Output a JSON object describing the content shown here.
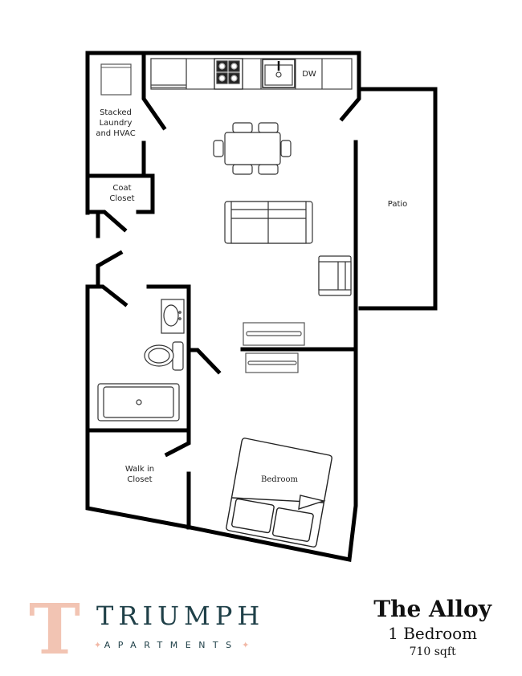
{
  "floorplan": {
    "rooms": {
      "laundry": "Stacked\nLaundry\nand HVAC",
      "coat_closet": "Coat\nCloset",
      "dishwasher": "DW",
      "patio": "Patio",
      "walk_in_closet": "Walk in\nCloset",
      "bedroom": "Bedroom"
    },
    "colors": {
      "wall": "#000000",
      "fixture": "#333333",
      "background": "#ffffff"
    }
  },
  "brand": {
    "logo_letter": "T",
    "name": "TRIUMPH",
    "subtitle": "APARTMENTS",
    "logo_color": "#f2c4b3",
    "text_color": "#1f4048"
  },
  "unit": {
    "name": "The Alloy",
    "type": "1 Bedroom",
    "size": "710 sqft"
  }
}
